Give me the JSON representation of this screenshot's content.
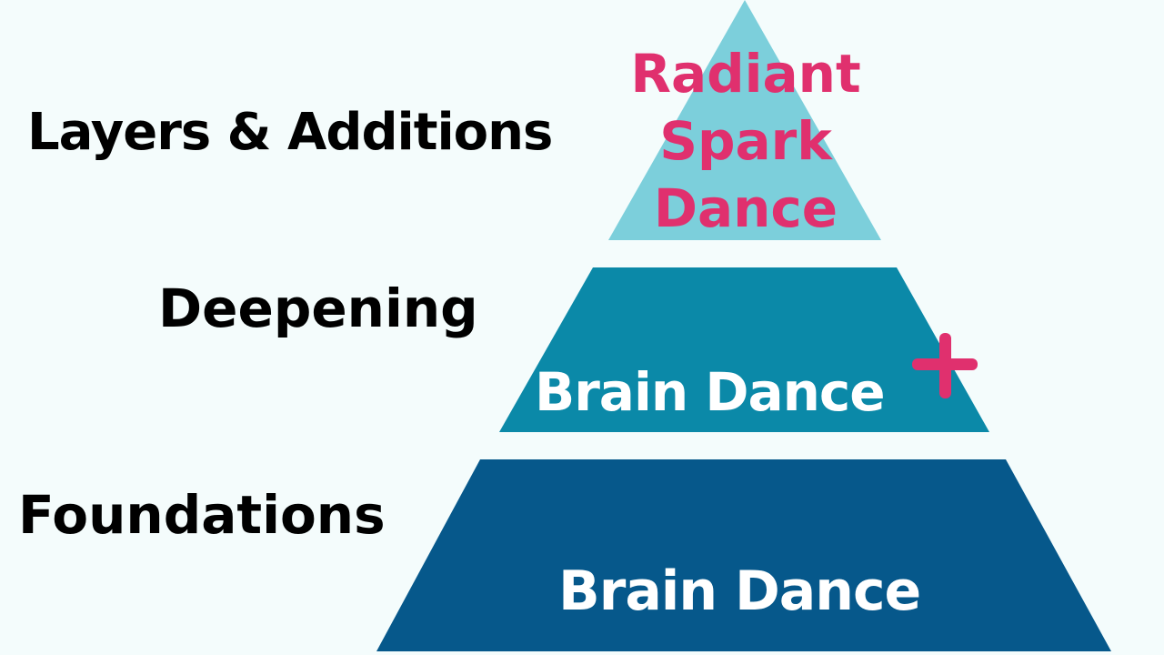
{
  "levels": {
    "top": "Layers & Additions",
    "middle": "Deepening",
    "bottom": "Foundations"
  },
  "pyramid": {
    "top_tier": {
      "lines": [
        "Radiant",
        "Spark",
        "Dance"
      ],
      "color": "#7ccfdb",
      "text_color": "#e0306e"
    },
    "middle_tier": {
      "text": "Brain Dance",
      "color": "#0b89a8",
      "text_color": "#ffffff",
      "badge_symbol": "plus",
      "badge_color": "#e0306e"
    },
    "bottom_tier": {
      "text": "Brain Dance",
      "color": "#06588b",
      "text_color": "#ffffff"
    }
  },
  "background_color": "#f4fcfc"
}
